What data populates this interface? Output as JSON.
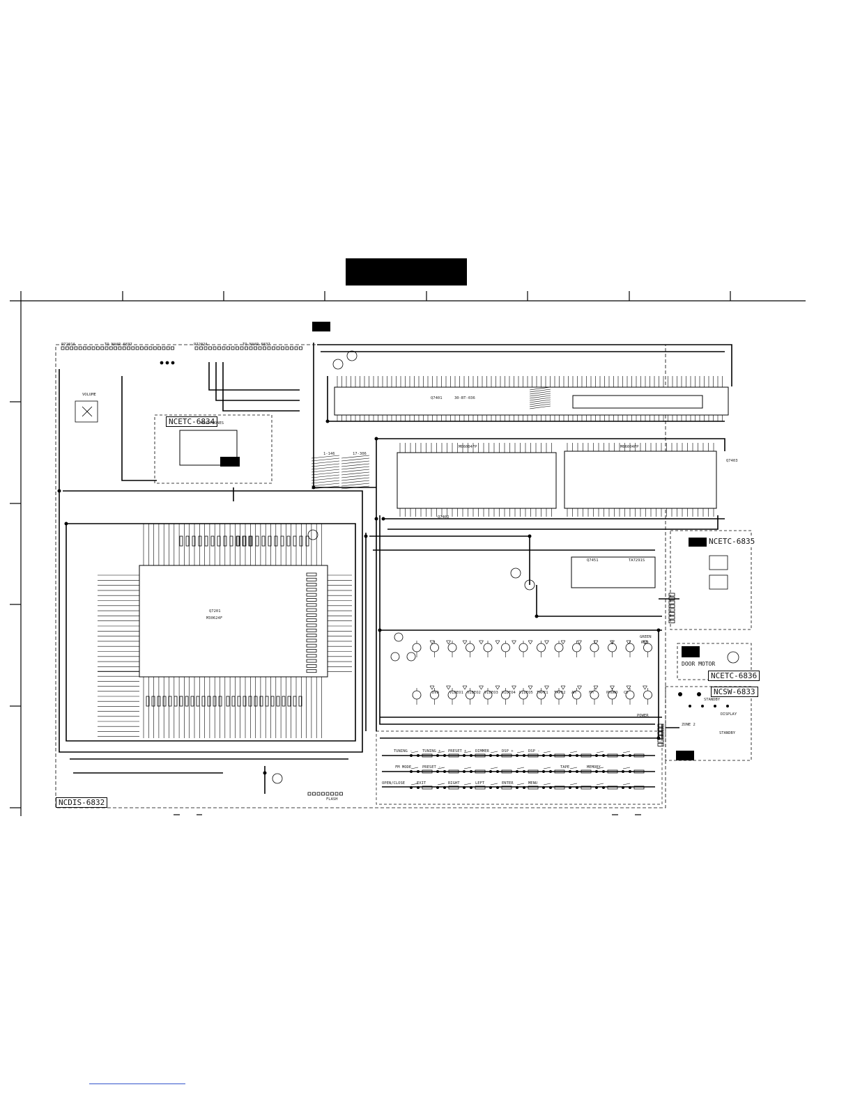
{
  "boards": {
    "main": "NCDIS-6832",
    "headphones": "NCETC-6834",
    "sensor": "NCETC-6835",
    "door": "NCETC-6836",
    "switch": "NCSW-6833"
  },
  "labels": {
    "to_cable_left": "TO NAAR-6837",
    "to_cable_right": "TO NAAR-6837",
    "connector_left": "P7201A",
    "connector_mid": "P7202A",
    "headphones": "HEADPHONES",
    "volume": "VOLUME",
    "vfd": "Q7401",
    "vfd_part": "30-BT-036",
    "driver_left": "Q7402",
    "driver_left_part": "M66004FP",
    "driver_right": "Q7403",
    "driver_right_part": "M66004FP",
    "cpu": "Q7201",
    "cpu_part": "M30624F",
    "motor_driver": "Q7451",
    "motor_driver_part": "TA7291S",
    "door_motor": "DOOR MOTOR",
    "flash": "FLASH",
    "power": "POWER",
    "standby": "STANDBY",
    "green": "GREEN",
    "red": "RED",
    "seg_left": "1-146",
    "seg_right": "17-306"
  },
  "keys": [
    "TUNING -",
    "TUNING +",
    "FM MODE",
    "PRESET -",
    "PRESET +",
    "DIMMER",
    "DSP +",
    "DSP -",
    "OPEN/CLOSE",
    "EXIT",
    "RIGHT",
    "LEFT",
    "ENTER",
    "MENU",
    "TAPE",
    "MEMORY",
    "DISPLAY",
    "ZONE 2",
    "STANDBY"
  ],
  "inputs": [
    "DVD",
    "VIDEO1",
    "VIDEO2",
    "VIDEO3",
    "VIDEO4",
    "VIDEO5",
    "TAPE1",
    "TAPE2",
    "AM",
    "FM",
    "PHONO",
    "CD"
  ]
}
